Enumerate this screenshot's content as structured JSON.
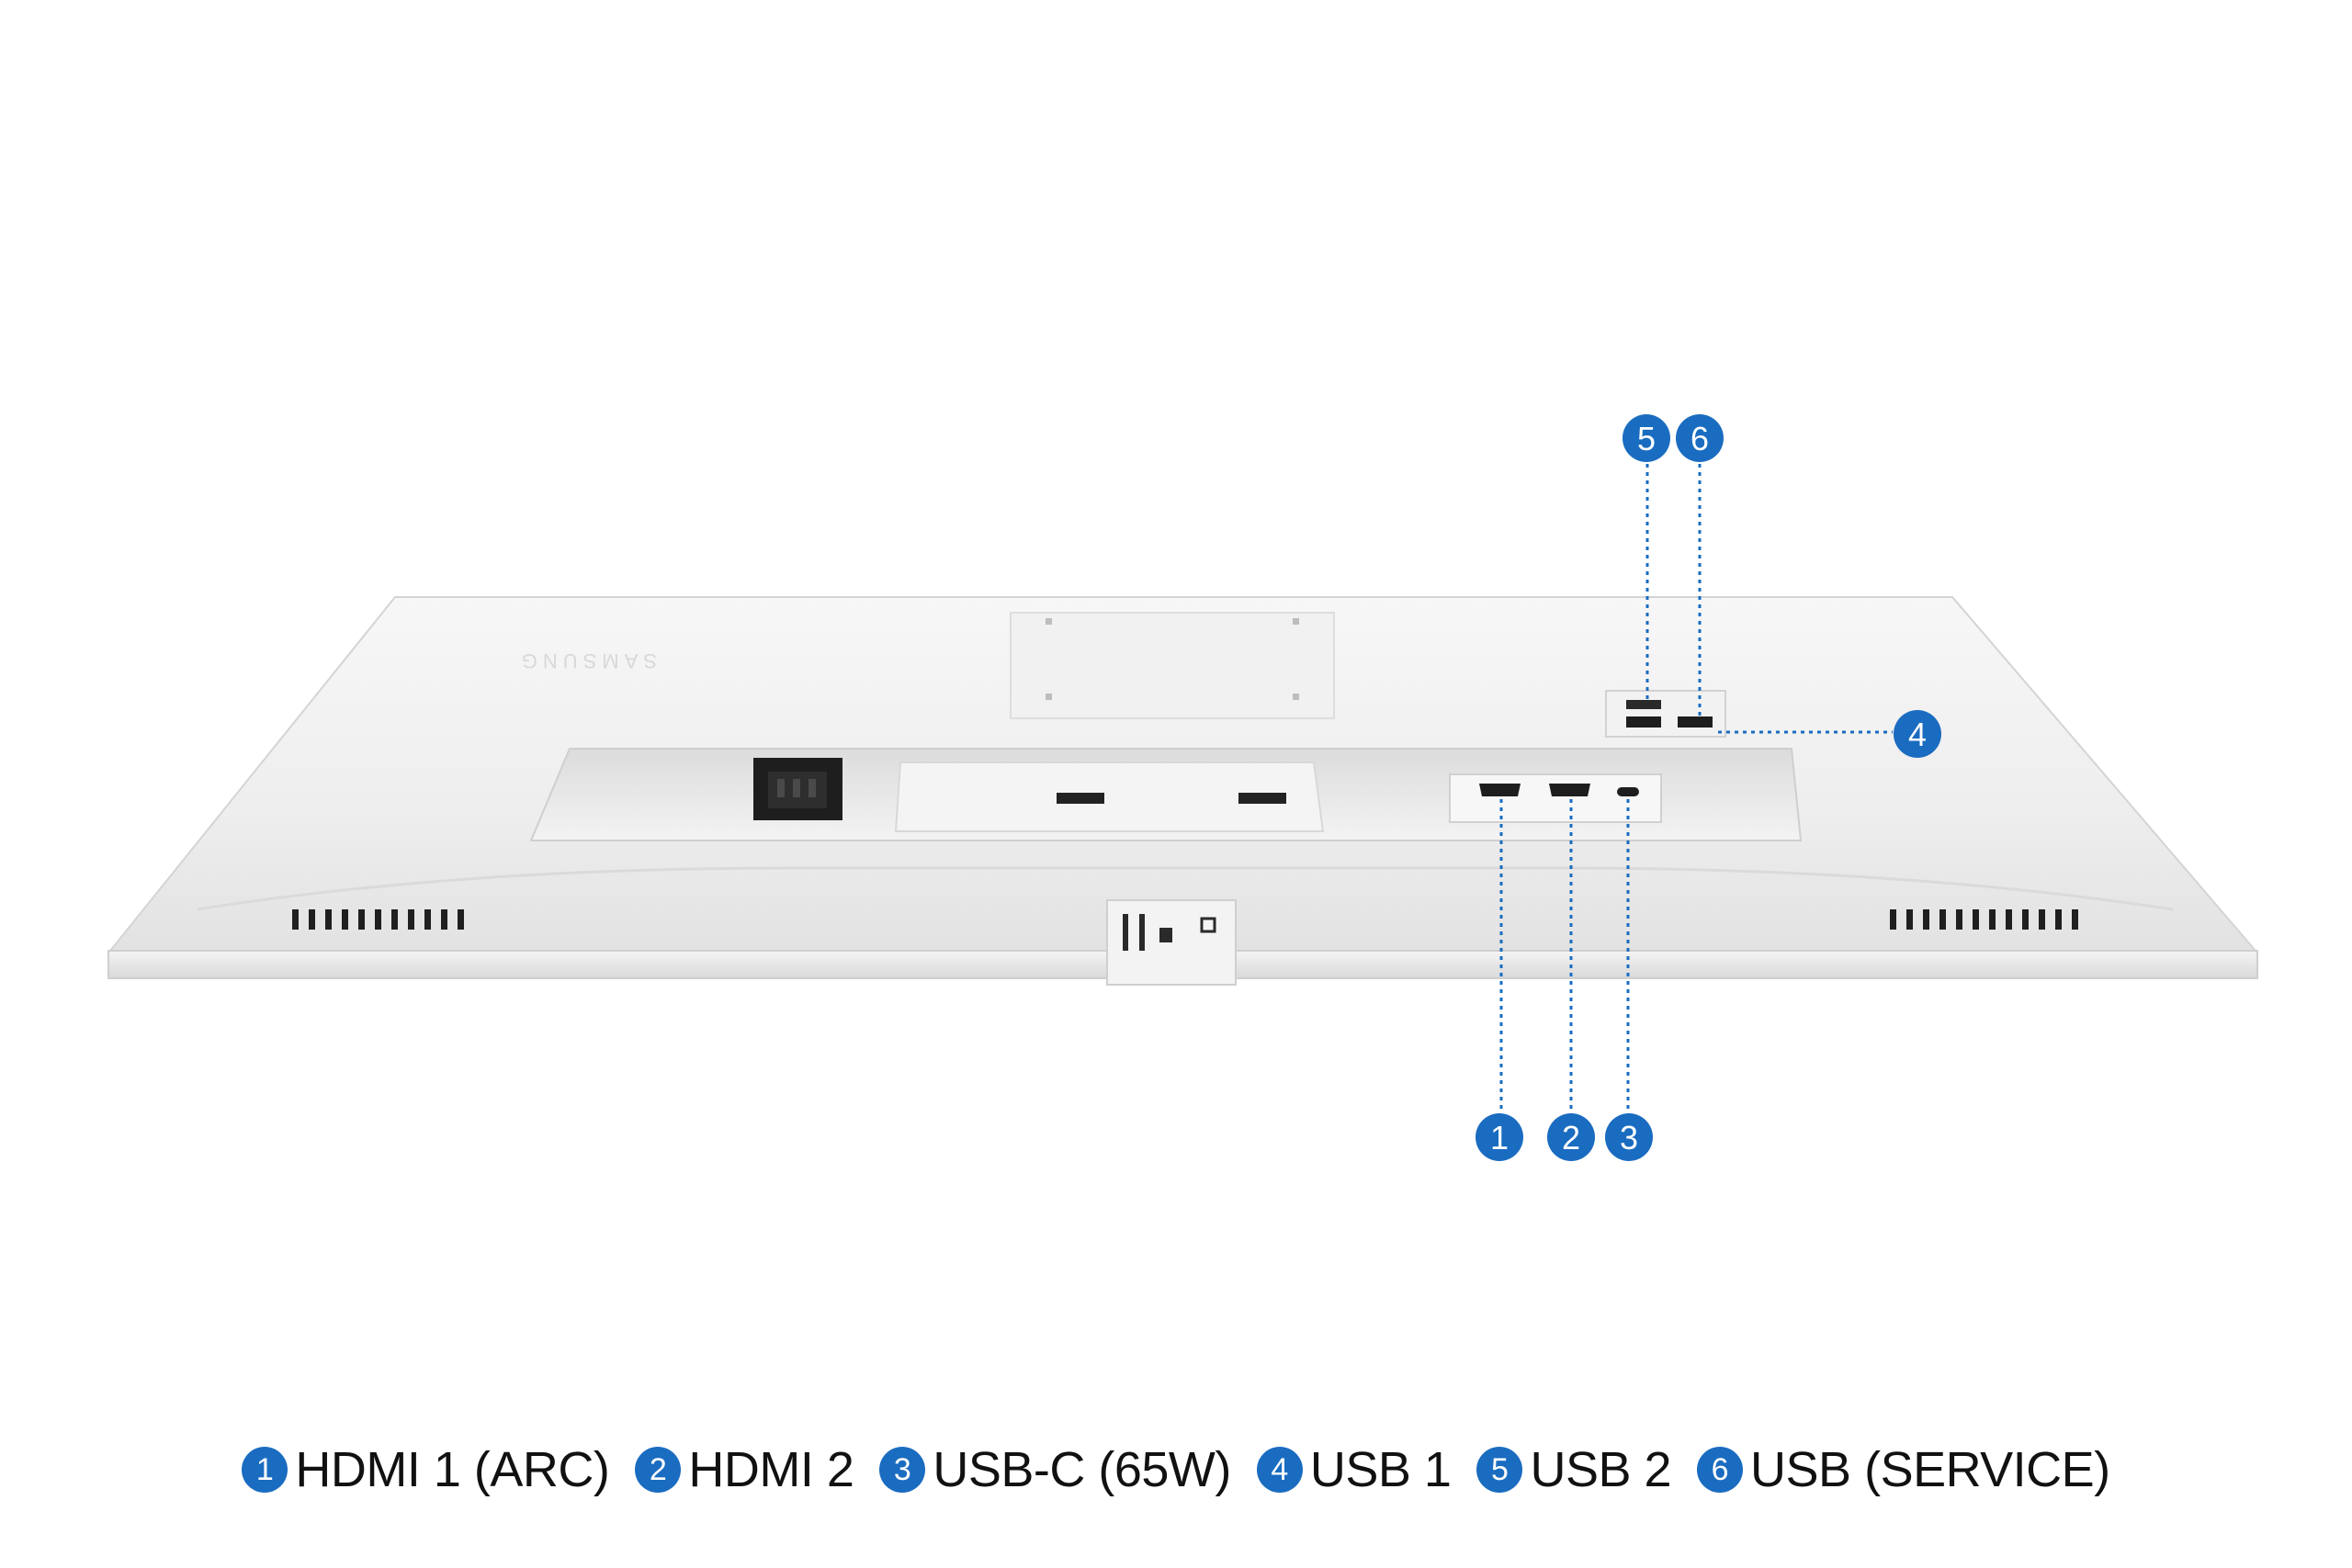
{
  "accent_color": "#1a6cc0",
  "product": {
    "brand_mark": "SAMSUNG"
  },
  "callouts": [
    {
      "number": "1",
      "port": "HDMI 1 (ARC)"
    },
    {
      "number": "2",
      "port": "HDMI 2"
    },
    {
      "number": "3",
      "port": "USB-C (65W)"
    },
    {
      "number": "4",
      "port": "USB 1"
    },
    {
      "number": "5",
      "port": "USB 2"
    },
    {
      "number": "6",
      "port": "USB (SERVICE)"
    }
  ]
}
